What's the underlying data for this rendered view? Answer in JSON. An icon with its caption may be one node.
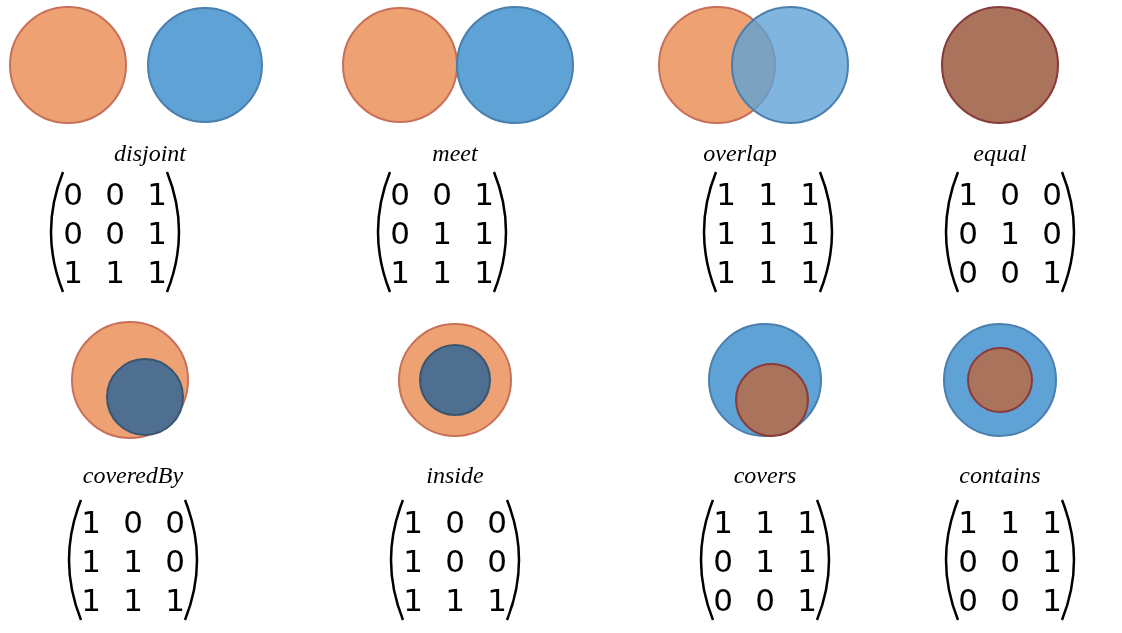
{
  "diagram": {
    "labels": [
      "disjoint",
      "0",
      "0",
      "1",
      "0",
      "0",
      "1",
      "1",
      "1",
      "1",
      "meet",
      "0",
      "0",
      "1",
      "0",
      "1",
      "1",
      "1",
      "1",
      "1",
      "overlap",
      "1",
      "1",
      "1",
      "1",
      "1",
      "1",
      "1",
      "1",
      "1",
      "equal",
      "1",
      "0",
      "0",
      "0",
      "1",
      "0",
      "0",
      "0",
      "1",
      "coveredBy",
      "1",
      "0",
      "0",
      "1",
      "1",
      "0",
      "1",
      "1",
      "1",
      "inside",
      "1",
      "0",
      "0",
      "1",
      "0",
      "0",
      "1",
      "1",
      "1",
      "covers",
      "1",
      "1",
      "1",
      "0",
      "1",
      "1",
      "0",
      "0",
      "1",
      "contains",
      "1",
      "1",
      "1",
      "0",
      "0",
      "1",
      "0",
      "0",
      "1"
    ]
  }
}
